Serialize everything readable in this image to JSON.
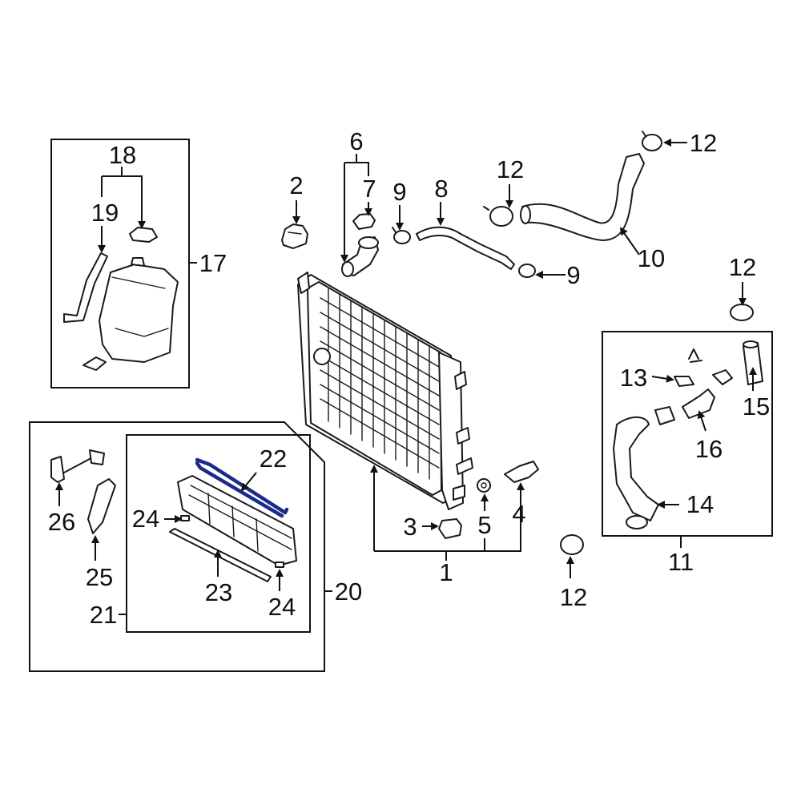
{
  "callouts": {
    "c1": "1",
    "c2": "2",
    "c3": "3",
    "c4": "4",
    "c5": "5",
    "c6": "6",
    "c7": "7",
    "c8": "8",
    "c9a": "9",
    "c9b": "9",
    "c10": "10",
    "c11": "11",
    "c12a": "12",
    "c12b": "12",
    "c12c": "12",
    "c12d": "12",
    "c13": "13",
    "c14": "14",
    "c15": "15",
    "c16": "16",
    "c17": "17",
    "c18": "18",
    "c19": "19",
    "c20": "20",
    "c21": "21",
    "c22": "22",
    "c23": "23",
    "c24a": "24",
    "c24b": "24",
    "c25": "25",
    "c26": "26"
  },
  "colors": {
    "line": "#1a1a1a",
    "highlight": "#1b2a8c",
    "background": "#ffffff"
  },
  "highlighted_part": "22"
}
